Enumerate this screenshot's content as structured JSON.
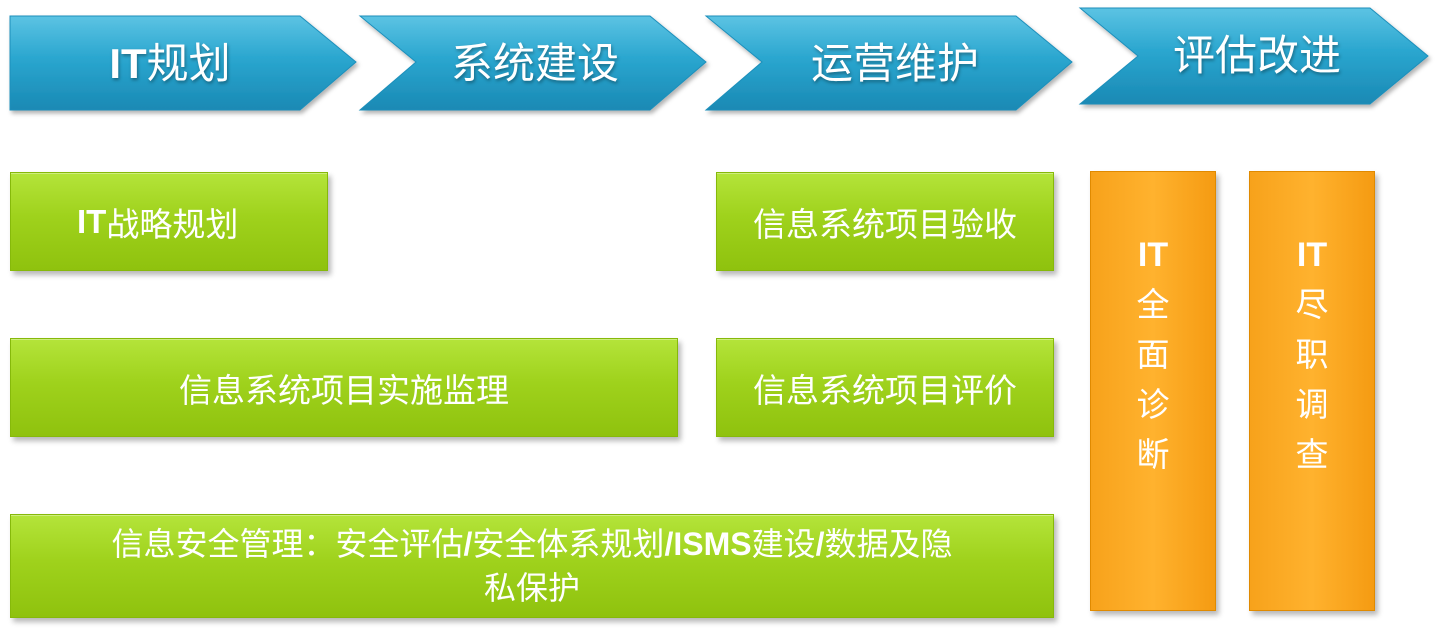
{
  "stages": [
    {
      "prefix": "IT",
      "text": "规划"
    },
    {
      "prefix": "",
      "text": "系统建设"
    },
    {
      "prefix": "",
      "text": "运营维护"
    },
    {
      "prefix": "",
      "text": "评估改进"
    }
  ],
  "boxes": {
    "it_strategy": {
      "prefix": "IT",
      "text": "战略规划"
    },
    "implementation_supervision": {
      "text": "信息系统项目实施监理"
    },
    "project_acceptance": {
      "text": "信息系统项目验收"
    },
    "project_evaluation": {
      "text": "信息系统项目评价"
    },
    "security_management": {
      "line1_a": "信息安全管理：安全评估",
      "sep1": "/",
      "line1_b": "安全体系规划",
      "sep2": "/",
      "isms": "ISMS",
      "line1_c": "建设",
      "sep3": "/",
      "line1_d": "数据及隐",
      "line2": "私保护"
    }
  },
  "vertical_boxes": {
    "it_diagnosis": {
      "prefix": "IT",
      "chars": [
        "全",
        "面",
        "诊",
        "断"
      ]
    },
    "it_due_diligence": {
      "prefix": "IT",
      "chars": [
        "尽",
        "职",
        "调",
        "查"
      ]
    }
  },
  "colors": {
    "chevron_blue": "#2aa6cf",
    "green_box": "#9fd21c",
    "orange_box": "#ffaa1e"
  }
}
